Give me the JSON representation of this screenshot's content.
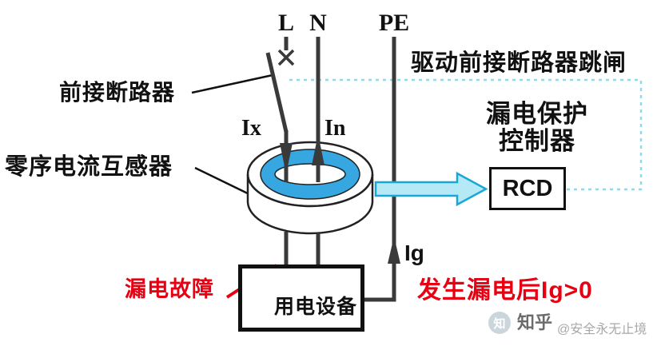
{
  "terminals": {
    "l": "L",
    "n": "N",
    "pe": "PE"
  },
  "labels": {
    "front_breaker": "前接断路器",
    "trip_signal": "驱动前接断路器跳闸",
    "controller_line1": "漏电保护",
    "controller_line2": "控制器",
    "rcd": "RCD",
    "ct": "零序电流互感器",
    "current_ix": "Ix",
    "current_in": "In",
    "current_ig": "Ig",
    "equipment": "用电设备",
    "fault": "漏电故障",
    "fault_result": "发生漏电后Ig>0"
  },
  "watermark": {
    "logo_char": "知",
    "brand": "知乎",
    "handle": "@安全永无止境"
  },
  "colors": {
    "conductor": "#3a3a3a",
    "ring_blue": "#36a7e0",
    "signal_fill": "#b6e9f6",
    "signal_edge": "#17a8d8",
    "dashed_signal": "#8fd9ec",
    "alert_red": "#e60012"
  }
}
